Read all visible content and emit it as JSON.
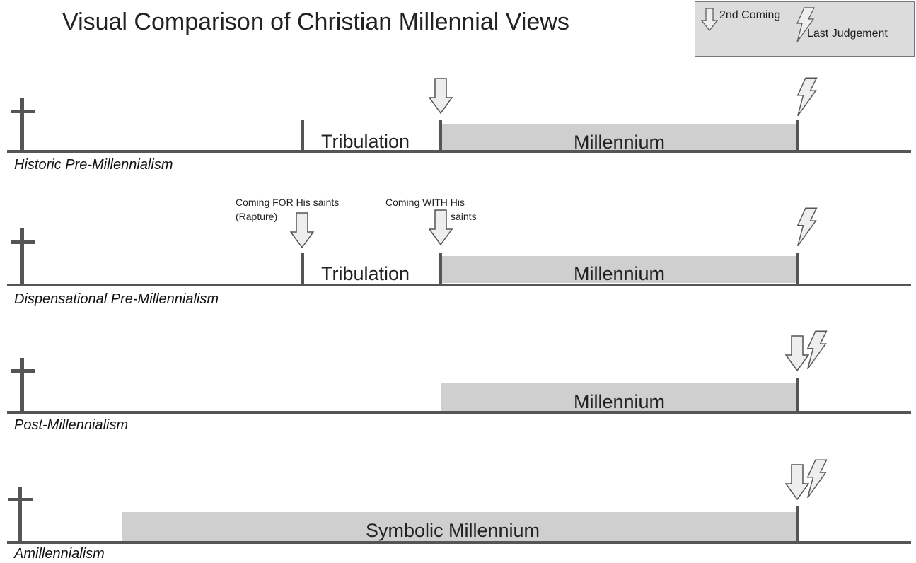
{
  "title": "Visual Comparison of Christian Millennial Views",
  "legend": {
    "second_coming_icon": "down-arrow",
    "second_coming": "2nd Coming",
    "last_judgement_icon": "lightning-bolt",
    "last_judgement": "Last Judgement"
  },
  "colors": {
    "line": "#555555",
    "band": "#cfcfcf",
    "symbol_fill": "#eeeeee",
    "legend_bg": "#dcdcdc"
  },
  "rows": {
    "historic": {
      "name": "Historic Pre-Millennialism",
      "tribulation": "Tribulation",
      "millennium": "Millennium"
    },
    "dispensational": {
      "name": "Dispensational Pre-Millennialism",
      "tribulation": "Tribulation",
      "millennium": "Millennium",
      "rapture_note_line1": "Coming FOR His saints",
      "rapture_note_line2": "(Rapture)",
      "with_note_line1": "Coming WITH His",
      "with_note_line2": "saints"
    },
    "post": {
      "name": "Post-Millennialism",
      "millennium": "Millennium"
    },
    "amil": {
      "name": "Amillennialism",
      "millennium": "Symbolic Millennium"
    }
  }
}
